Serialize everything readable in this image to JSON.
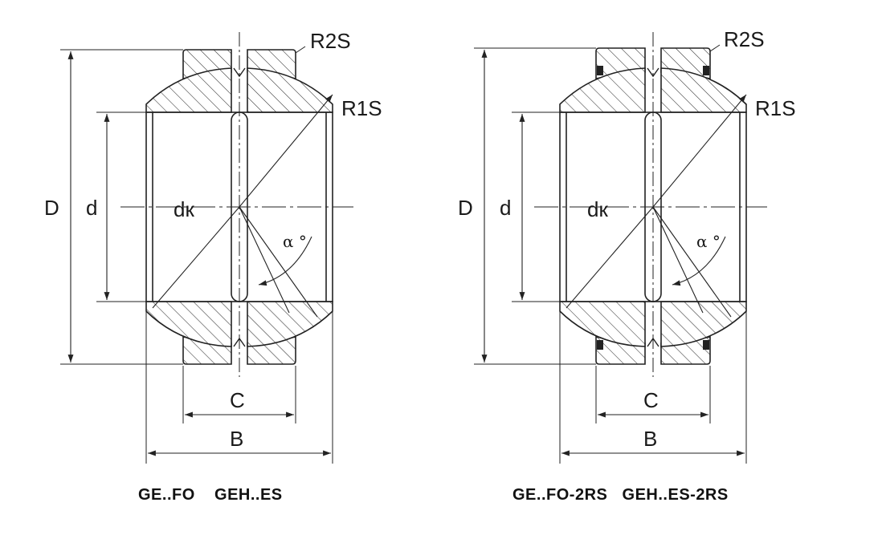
{
  "diagram": {
    "labels": {
      "D": "D",
      "d": "d",
      "dk": "dк",
      "r1s": "R1S",
      "r2s": "R2S",
      "alpha": "α °",
      "c": "C",
      "b": "B"
    },
    "left": {
      "caption": "GE..FO    GEH..ES"
    },
    "right": {
      "caption": "GE..FO-2RS   GEH..ES-2RS"
    }
  }
}
